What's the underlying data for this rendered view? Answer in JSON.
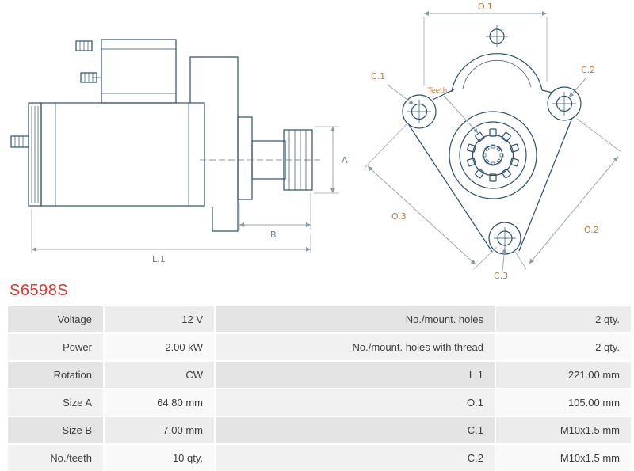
{
  "part_number": "S6598S",
  "accent_color": "#da3a31",
  "diagram": {
    "labels": {
      "A": "A",
      "B": "B",
      "L1": "L.1",
      "O1": "O.1",
      "O2": "O.2",
      "O3": "O.3",
      "C1": "C.1",
      "C2": "C.2",
      "C3": "C.3",
      "teeth": "Teeth"
    }
  },
  "spec_table": {
    "rows": [
      {
        "left_label": "Voltage",
        "left_value": "12 V",
        "right_label": "No./mount. holes",
        "right_value": "2 qty."
      },
      {
        "left_label": "Power",
        "left_value": "2.00 kW",
        "right_label": "No./mount. holes with thread",
        "right_value": "2 qty."
      },
      {
        "left_label": "Rotation",
        "left_value": "CW",
        "right_label": "L.1",
        "right_value": "221.00 mm"
      },
      {
        "left_label": "Size A",
        "left_value": "64.80 mm",
        "right_label": "O.1",
        "right_value": "105.00 mm"
      },
      {
        "left_label": "Size B",
        "left_value": "7.00 mm",
        "right_label": "C.1",
        "right_value": "M10x1.5 mm"
      },
      {
        "left_label": "No./teeth",
        "left_value": "10 qty.",
        "right_label": "C.2",
        "right_value": "M10x1.5 mm"
      }
    ]
  }
}
